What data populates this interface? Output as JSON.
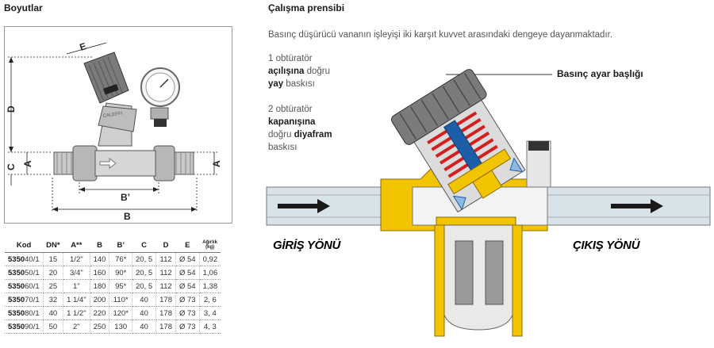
{
  "left": {
    "title": "Boyutlar",
    "dims": {
      "E": "E",
      "D": "D",
      "C": "C",
      "A": "A",
      "B_prime": "B’",
      "B": "B"
    },
    "brand": "CALEFFI"
  },
  "table": {
    "headers": [
      "Kod",
      "DN*",
      "A**",
      "B",
      "B’",
      "C",
      "D",
      "E"
    ],
    "weight_header_line1": "Ağırlık",
    "weight_header_line2": "(kg)",
    "rows": [
      {
        "kod_bold": "5350",
        "kod_rest": "40/1",
        "dn": "15",
        "a": "1/2\"",
        "b": "140",
        "bp": "76*",
        "c": "20, 5",
        "d": "112",
        "e": "Ø 54",
        "kg": "0,92"
      },
      {
        "kod_bold": "5350",
        "kod_rest": "50/1",
        "dn": "20",
        "a": "3/4\"",
        "b": "160",
        "bp": "90*",
        "c": "20, 5",
        "d": "112",
        "e": "Ø 54",
        "kg": "1,06"
      },
      {
        "kod_bold": "5350",
        "kod_rest": "60/1",
        "dn": "25",
        "a": "1\"",
        "b": "180",
        "bp": "95*",
        "c": "20, 5",
        "d": "112",
        "e": "Ø 54",
        "kg": "1,38"
      },
      {
        "kod_bold": "5350",
        "kod_rest": "70/1",
        "dn": "32",
        "a": "1 1/4\"",
        "b": "200",
        "bp": "110*",
        "c": "40",
        "d": "178",
        "e": "Ø 73",
        "kg": "2, 6"
      },
      {
        "kod_bold": "5350",
        "kod_rest": "80/1",
        "dn": "40",
        "a": "1 1/2\"",
        "b": "220",
        "bp": "120*",
        "c": "40",
        "d": "178",
        "e": "Ø 73",
        "kg": "3, 4"
      },
      {
        "kod_bold": "5350",
        "kod_rest": "90/1",
        "dn": "50",
        "a": "2\"",
        "b": "250",
        "bp": "130",
        "c": "40",
        "d": "178",
        "e": "Ø 73",
        "kg": "4, 3"
      }
    ]
  },
  "right": {
    "title": "Çalışma prensibi",
    "intro": "Basınç düşürücü vananın işleyişi iki karşıt kuvvet arasındaki dengeye dayanmaktadır.",
    "item1": {
      "l1": "1  obtüratör",
      "l2_b": "açılışına",
      "l2_r": " doğru",
      "l3_b": "yay",
      "l3_r": " baskısı"
    },
    "item2": {
      "l1": "2  obtüratör",
      "l2_b": "kapanışına",
      "l3_r": "doğru ",
      "l3_b": "diyafram",
      "l4": "baskısı"
    },
    "callout": "Basınç ayar başlığı",
    "inlet": "GİRİŞ YÖNÜ",
    "outlet": "ÇIKIŞ YÖNÜ"
  },
  "colors": {
    "yellow": "#f2c400",
    "red": "#d21f1f",
    "blue": "#1c5fa8",
    "grey": "#8e8e8e"
  }
}
